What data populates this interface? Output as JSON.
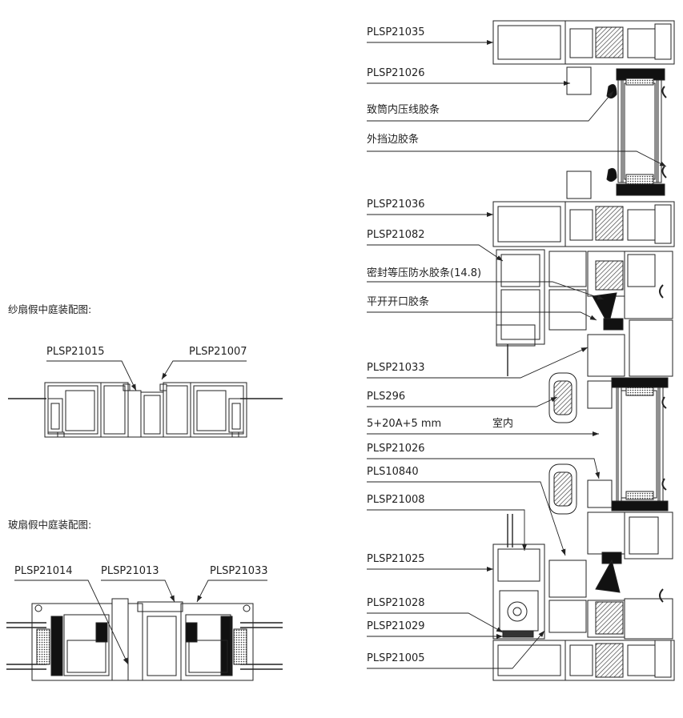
{
  "sections": {
    "screen_sash": "纱扇假中庭装配图:",
    "glass_sash": "玻扇假中庭装配图:"
  },
  "left_labels": {
    "l1": "PLSP21015",
    "l2": "PLSP21007",
    "l3": "PLSP21014",
    "l4": "PLSP21013",
    "l5": "PLSP21033"
  },
  "right_labels": [
    "PLSP21035",
    "PLSP21026",
    "致筒内压线胶条",
    "外挡边胶条",
    "PLSP21036",
    "PLSP21082",
    "密封等压防水胶条(14.8)",
    "平开开口胶条",
    "PLSP21033",
    "PLS296",
    "5+20A+5 mm",
    "PLSP21026",
    "PLS10840",
    "PLSP21008",
    "PLSP21025",
    "PLSP21028",
    "PLSP21029",
    "PLSP21005"
  ],
  "indoor_label": "室内"
}
